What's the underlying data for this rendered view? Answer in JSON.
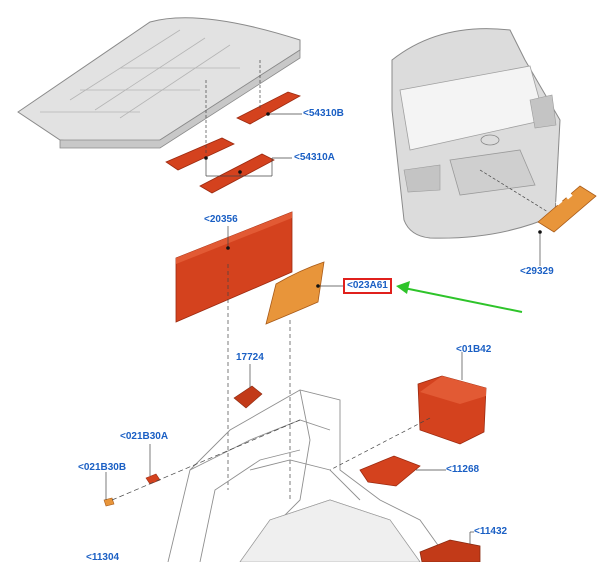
{
  "colors": {
    "callout_text": "#1a5fc4",
    "highlight_box": "#e0201c",
    "pointer_arrow": "#2ec42a",
    "part_red": "#d4421e",
    "part_orange": "#e8953a",
    "body_grey": "#d8d8d8",
    "outline_grey": "#9a9a9a"
  },
  "callouts": {
    "c54310b": "<54310B",
    "c54310a": "<54310A",
    "c20356": "<20356",
    "c023a61": "<023A61",
    "c29329": "<29329",
    "c17724": "17724",
    "c01b42": "<01B42",
    "c021b30a": "<021B30A",
    "c021b30b": "<021B30B",
    "c11268": "<11268",
    "c11432": "<11432",
    "c11304": "<11304"
  }
}
